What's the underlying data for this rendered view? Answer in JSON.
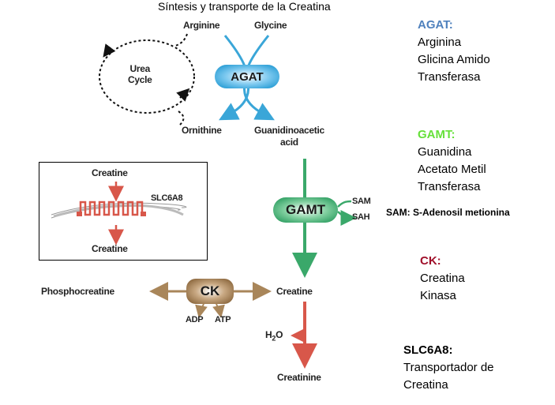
{
  "title": "Síntesis y transporte de la Creatina",
  "diagram": {
    "urea_cycle": "Urea\nCycle",
    "urea_line1": "Urea",
    "urea_line2": "Cycle",
    "arginine": "Arginine",
    "glycine": "Glycine",
    "ornithine": "Ornithine",
    "gaa_line1": "Guanidinoacetic",
    "gaa_line2": "acid",
    "agat": "AGAT",
    "gamt": "GAMT",
    "sam": "SAM",
    "sah": "SAH",
    "ck": "CK",
    "phosphocreatine": "Phosphocreatine",
    "creatine": "Creatine",
    "adp": "ADP",
    "atp": "ATP",
    "h2o_h": "H",
    "h2o_sub": "2",
    "h2o_o": "O",
    "creatinine": "Creatinine",
    "inset": {
      "creatine_top": "Creatine",
      "creatine_bottom": "Creatine",
      "transporter": "SLC6A8"
    }
  },
  "legend": {
    "agat": {
      "heading": "AGAT:",
      "color": "#4f81bd",
      "lines": [
        "Arginina",
        "Glicina Amido",
        "Transferasa"
      ]
    },
    "gamt": {
      "heading": "GAMT:",
      "color": "#66e03a",
      "lines": [
        "Guanidina",
        "Acetato Metil",
        "Transferasa"
      ]
    },
    "sam_note": "SAM: S-Adenosil metionina",
    "ck": {
      "heading": "CK:",
      "color": "#a0102a",
      "lines": [
        "Creatina",
        "Kinasa"
      ]
    },
    "slc6a8": {
      "heading": "SLC6A8:",
      "color": "#000000",
      "lines": [
        "Transportador de",
        "Creatina"
      ]
    }
  },
  "colors": {
    "agat_blue": "#3aa6d8",
    "gamt_green": "#3aa86a",
    "ck_brown": "#a9865a",
    "red_arrow": "#d8574a"
  }
}
